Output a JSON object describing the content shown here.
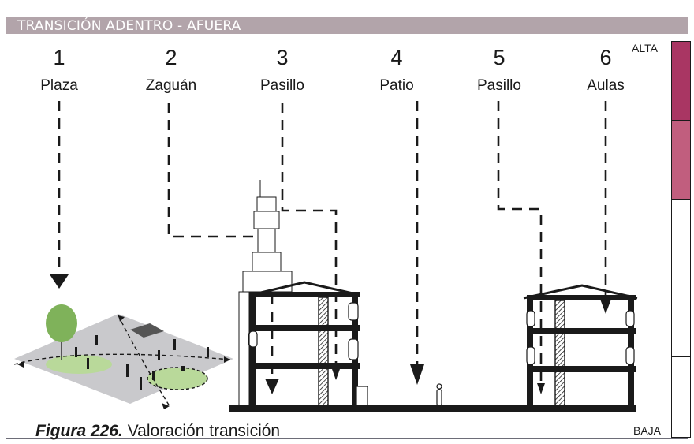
{
  "header": {
    "title": "TRANSICIÓN ADENTRO - AFUERA"
  },
  "stations": [
    {
      "number": "1",
      "label": "Plaza"
    },
    {
      "number": "2",
      "label": "Zaguán"
    },
    {
      "number": "3",
      "label": "Pasillo"
    },
    {
      "number": "4",
      "label": "Patio"
    },
    {
      "number": "5",
      "label": "Pasillo"
    },
    {
      "number": "6",
      "label": "Aulas"
    }
  ],
  "scale": {
    "high_label": "ALTA",
    "low_label": "BAJA",
    "levels": [
      "dark-magenta",
      "light-magenta",
      "white",
      "white",
      "white"
    ],
    "colors": {
      "dark": "#a93663",
      "light": "#c15e7e",
      "empty": "#ffffff"
    }
  },
  "caption": {
    "figure": "Figura 226.",
    "text": " Valoración transición"
  },
  "colors": {
    "header_bg": "#b2a4aa",
    "ink": "#1a1a1a",
    "plaza_ground": "#c9c9cc",
    "grass": "#b9d99a",
    "tree": "#7fb25a"
  }
}
